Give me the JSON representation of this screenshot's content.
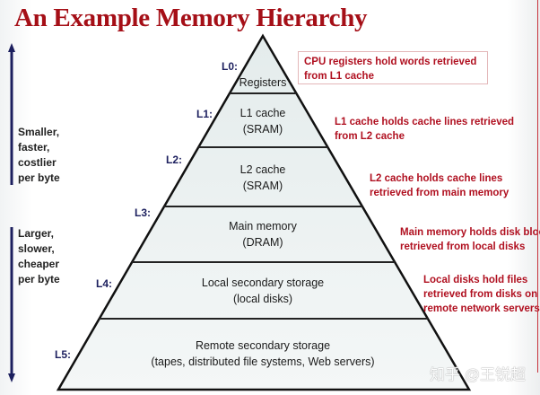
{
  "title": "An Example Memory Hierarchy",
  "colors": {
    "title": "#a50f17",
    "level_label": "#1c1f5e",
    "annotation": "#b01020",
    "band_fill": "#e9efef",
    "arrow": "#1c1f5e"
  },
  "levels": [
    {
      "id": "L0:",
      "name": "Registers",
      "detail": "",
      "annotation": [
        "CPU registers hold words retrieved",
        "from L1 cache"
      ]
    },
    {
      "id": "L1:",
      "name": "L1 cache",
      "detail": "(SRAM)",
      "annotation": [
        "L1 cache holds cache lines retrieved",
        "from L2 cache"
      ]
    },
    {
      "id": "L2:",
      "name": "L2 cache",
      "detail": "(SRAM)",
      "annotation": [
        "L2 cache holds cache lines",
        "retrieved from main memory"
      ]
    },
    {
      "id": "L3:",
      "name": "Main memory",
      "detail": "(DRAM)",
      "annotation": [
        "Main memory holds disk blocks",
        "retrieved from local disks"
      ]
    },
    {
      "id": "L4:",
      "name": "Local secondary storage",
      "detail": "(local disks)",
      "annotation": [
        "Local disks hold files",
        "retrieved from disks on",
        "remote network servers"
      ]
    },
    {
      "id": "L5:",
      "name": "Remote secondary storage",
      "detail": "(tapes, distributed file systems, Web servers)",
      "annotation": []
    }
  ],
  "side_labels": {
    "top": [
      "Smaller,",
      "faster,",
      "costlier",
      "per byte"
    ],
    "bottom": [
      "Larger,",
      "slower,",
      "cheaper",
      "per byte"
    ]
  },
  "watermark": "知乎 @王锐超"
}
